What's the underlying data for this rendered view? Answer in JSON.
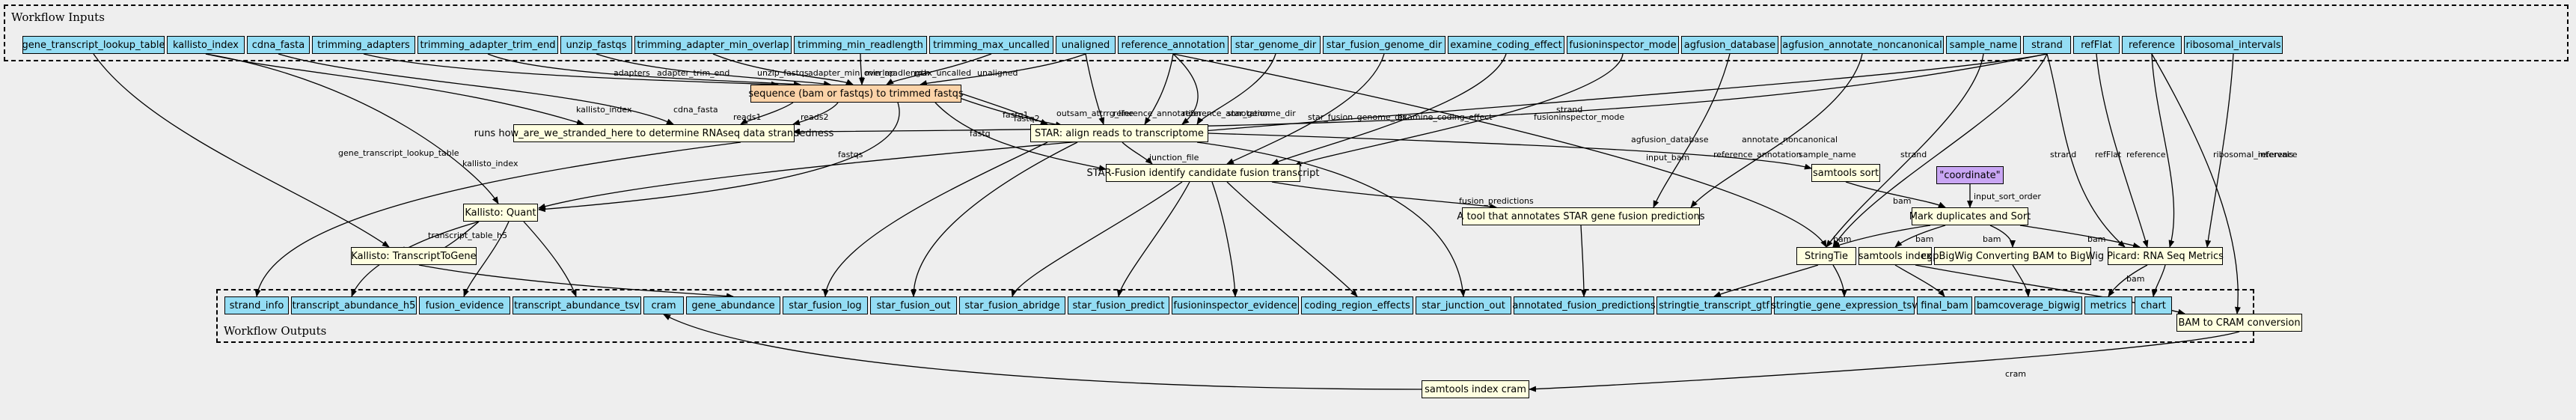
{
  "inputs_cluster": {
    "label": "Workflow Inputs"
  },
  "outputs_cluster": {
    "label": "Workflow Outputs"
  },
  "inputs": [
    "gene_transcript_lookup_table",
    "kallisto_index",
    "cdna_fasta",
    "trimming_adapters",
    "trimming_adapter_trim_end",
    "unzip_fastqs",
    "trimming_adapter_min_overlap",
    "trimming_min_readlength",
    "trimming_max_uncalled",
    "unaligned",
    "reference_annotation",
    "star_genome_dir",
    "star_fusion_genome_dir",
    "examine_coding_effect",
    "fusioninspector_mode",
    "agfusion_database",
    "agfusion_annotate_noncanonical",
    "sample_name",
    "strand",
    "refFlat",
    "reference",
    "ribosomal_intervals"
  ],
  "steps": {
    "trim": "sequence (bam or fastqs) to trimmed fastqs",
    "strand": "runs how_are_we_stranded_here to determine RNAseq data strandedness",
    "star": "STAR: align reads to transcriptome",
    "starfusion": "STAR-Fusion identify candidate fusion transcript",
    "kallisto": "Kallisto: Quant",
    "tx2gene": "Kallisto: TranscriptToGene",
    "agfusion": "A tool that annotates STAR gene fusion predictions",
    "samsort": "samtools sort",
    "coord": "\"coordinate\"",
    "markdup": "Mark duplicates and Sort",
    "stringtie": "StringTie",
    "samindex": "samtools index",
    "bigwig": "cgpBigWig Converting BAM to BigWig",
    "picard": "Picard: RNA Seq Metrics",
    "bam2cram": "BAM to CRAM conversion",
    "cramindex": "samtools index cram"
  },
  "outputs": [
    "strand_info",
    "transcript_abundance_h5",
    "fusion_evidence",
    "transcript_abundance_tsv",
    "cram",
    "gene_abundance",
    "star_fusion_log",
    "star_fusion_out",
    "star_fusion_abridge",
    "star_fusion_predict",
    "fusioninspector_evidence",
    "coding_region_effects",
    "star_junction_out",
    "annotated_fusion_predictions",
    "stringtie_transcript_gtf",
    "stringtie_gene_expression_tsv",
    "final_bam",
    "bamcoverage_bigwig",
    "metrics",
    "chart"
  ],
  "edge_labels": {
    "adapters": "adapters",
    "adapter_trim_end": "adapter_trim_end",
    "unzip_fastqs": "unzip_fastqs",
    "adapter_min_overlap": "adapter_min_overlap",
    "min_readlength": "min_readlength",
    "max_uncalled": "max_uncalled",
    "unaligned": "unaligned",
    "kallisto_index": "kallisto_index",
    "cdna_fasta": "cdna_fasta",
    "reads1": "reads1",
    "reads2": "reads2",
    "fastqs": "fastqs",
    "fastq1": "fastq1",
    "fastq2": "fastq2",
    "fastq": "fastq",
    "outsam_attrrg_line": "outsam_attrrg_line",
    "reference_annotation": "reference_annotation",
    "star_genome_dir": "star_genome_dir",
    "star_fusion_genome_dir": "star_fusion_genome_dir",
    "examine_coding_effect": "examine_coding_effect",
    "fusioninspector_mode": "fusioninspector_mode",
    "agfusion_database": "agfusion_database",
    "annotate_noncanonical": "annotate_noncanonical",
    "sample_name": "sample_name",
    "strand": "strand",
    "refFlat": "refFlat",
    "reference": "reference",
    "ribosomal_intervals": "ribosomal_intervals",
    "gene_transcript_lookup_table": "gene_transcript_lookup_table",
    "transcript_table_h5": "transcript_table_h5",
    "junction_file": "junction_file",
    "input_bam": "input_bam",
    "fusion_predictions": "fusion_predictions",
    "input_sort_order": "input_sort_order",
    "bam": "bam",
    "cram": "cram"
  }
}
